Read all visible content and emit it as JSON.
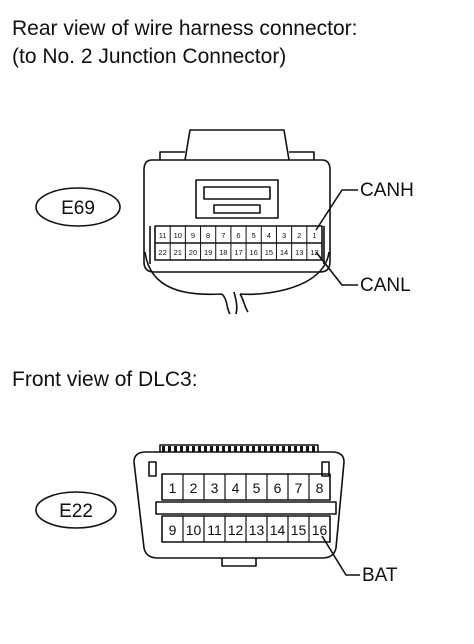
{
  "harness_view": {
    "title_line1": "Rear view of wire harness connector:",
    "title_line2": "(to No. 2 Junction Connector)",
    "connector_id": "E69",
    "top_row_pins": [
      "11",
      "10",
      "9",
      "8",
      "7",
      "6",
      "5",
      "4",
      "3",
      "2",
      "1"
    ],
    "bottom_row_pins": [
      "22",
      "21",
      "20",
      "19",
      "18",
      "17",
      "16",
      "15",
      "14",
      "13",
      "12"
    ],
    "label_canh": "CANH",
    "label_canl": "CANL"
  },
  "dlc_view": {
    "title": "Front view of DLC3:",
    "connector_id": "E22",
    "top_row_pins": [
      "1",
      "2",
      "3",
      "4",
      "5",
      "6",
      "7",
      "8"
    ],
    "bottom_row_pins": [
      "9",
      "10",
      "11",
      "12",
      "13",
      "14",
      "15",
      "16"
    ],
    "label_bat": "BAT"
  }
}
